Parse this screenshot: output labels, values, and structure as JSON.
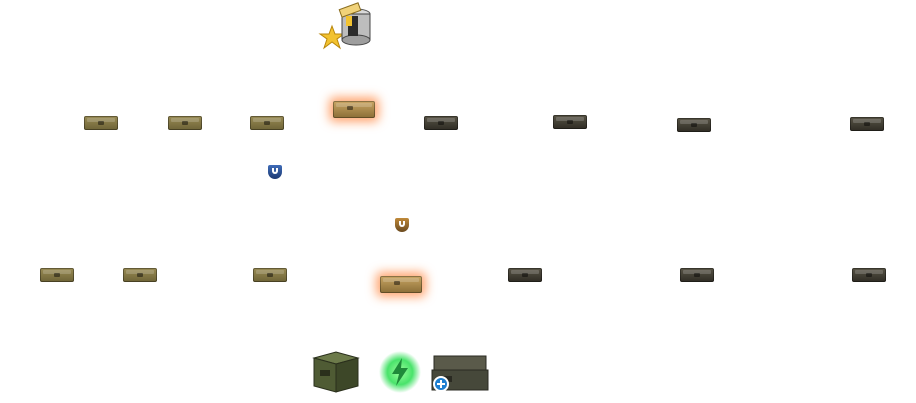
{
  "icons": {
    "top": "paint-can-star-icon",
    "rank_badge_1": "rank-badge-blue-icon",
    "rank_badge_2": "rank-badge-bronze-icon",
    "bottom_left": "green-loot-box-icon",
    "bottom_middle": "green-energy-bolt-icon",
    "bottom_right": "stacked-loot-crate-plus-icon"
  },
  "rows": {
    "top_row": [
      "olive",
      "olive",
      "olive",
      "glow",
      "dark",
      "dark",
      "dark",
      "dark"
    ],
    "bottom_row": [
      "olive",
      "olive",
      "olive",
      "glow",
      "dark",
      "dark",
      "dark"
    ]
  },
  "colors": {
    "olive_crate": "#8a7d48",
    "dark_crate": "#3f3b31",
    "glow": "#ff7a28",
    "energy": "#49e36b",
    "plus_badge": "#1e7fd0"
  }
}
